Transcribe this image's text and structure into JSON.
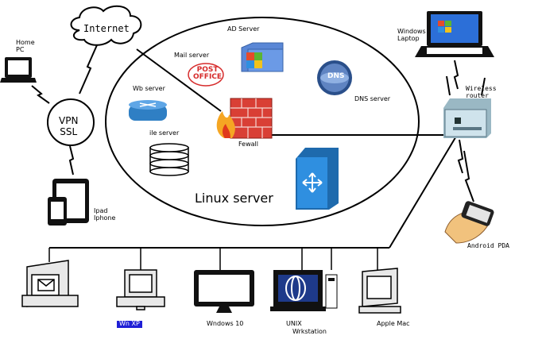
{
  "labels": {
    "internet": "Internet",
    "home_pc": "Home\nPC",
    "vpn": "VPN\nSSL",
    "ipad": "Ipad\nIphone",
    "ad_server": "AD Server",
    "mail_server": "Mail server",
    "post_office": "POST\nOFFICE",
    "web_server": "Wb server",
    "file_server": "ile server",
    "dns_badge": "DNS",
    "dns_server": "DNS server",
    "firewall": "Fewall",
    "linux_server": "Linux server",
    "windows_laptop": "Windows\nLaptop",
    "wireless_router": "Wireless\nrouter",
    "android_pda": "Android PDA",
    "win_xp": "Wn XP",
    "windows_10": "Wndows 10",
    "unix_ws_line1": "UNIX",
    "unix_ws_line2": "Wrkstation",
    "apple_mac": "Apple Mac"
  },
  "colors": {
    "xp_label_bg": "#1f1fd6",
    "firewall_brick": "#d93f35",
    "router_body": "#cfe3ec",
    "switch_blue": "#2f7fc4",
    "screen_blue": "#2c6fd8"
  }
}
